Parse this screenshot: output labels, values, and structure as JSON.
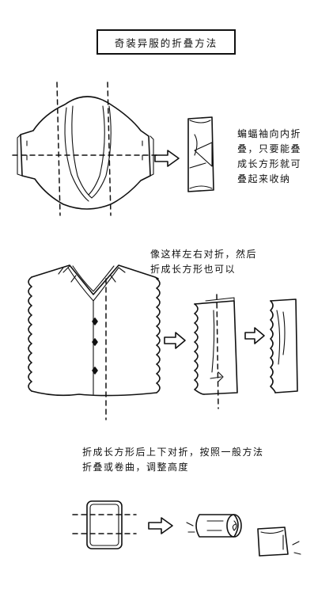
{
  "title": "奇装异服的折叠方法",
  "step1": {
    "note_lines": [
      "蝙蝠袖向内折",
      "叠，只要能叠",
      "成长方形就可",
      "叠起来收纳"
    ]
  },
  "step2": {
    "note_lines": [
      "像这样左右对折，然后",
      "折成长方形也可以"
    ]
  },
  "step3": {
    "note_lines": [
      "折成长方形后上下对折，按照一般方法",
      "折叠或卷曲，调整高度"
    ]
  }
}
